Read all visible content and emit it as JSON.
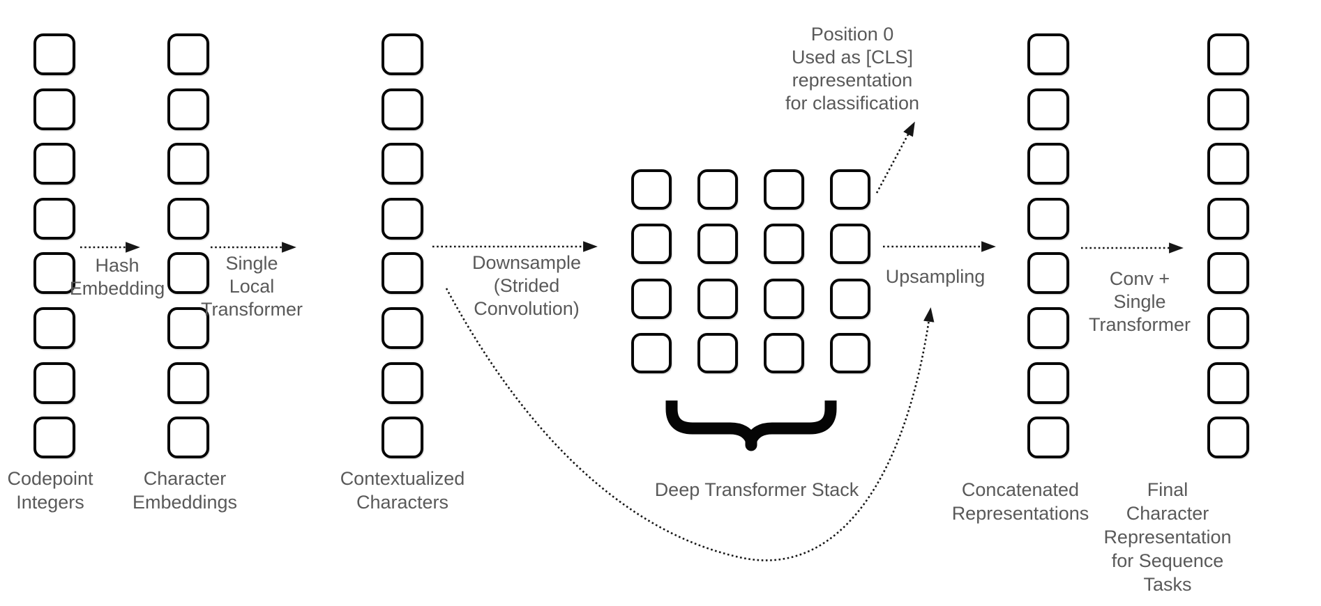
{
  "figure": {
    "columns": [
      {
        "id": "codepoint-integers",
        "label": "Codepoint\nIntegers",
        "box_count": 8
      },
      {
        "id": "character-embeddings",
        "label": "Character\nEmbeddings",
        "box_count": 8
      },
      {
        "id": "contextualized-characters",
        "label": "Contextualized\nCharacters",
        "box_count": 8
      },
      {
        "id": "concatenated-representations",
        "label": "Concatenated\nRepresentations",
        "box_count": 8
      },
      {
        "id": "final-character-representation",
        "label": "Final\nCharacter\nRepresentation\nfor Sequence Tasks",
        "box_count": 8
      }
    ],
    "grid": {
      "rows": 4,
      "cols": 4,
      "label": "Deep Transformer Stack"
    },
    "process_labels": {
      "hash_embedding": "Hash\nEmbedding",
      "single_local_transformer": "Single\nLocal\nTransformer",
      "downsample": "Downsample\n(Strided\nConvolution)",
      "upsampling": "Upsampling",
      "conv_single_transformer": "Conv +\nSingle\nTransformer",
      "cls_note": "Position 0\nUsed as [CLS]\nrepresentation\nfor classification"
    },
    "colors": {
      "background": "#ffffff",
      "box_border": "#050505",
      "label_text": "#595959",
      "arrow": "#161616"
    }
  }
}
